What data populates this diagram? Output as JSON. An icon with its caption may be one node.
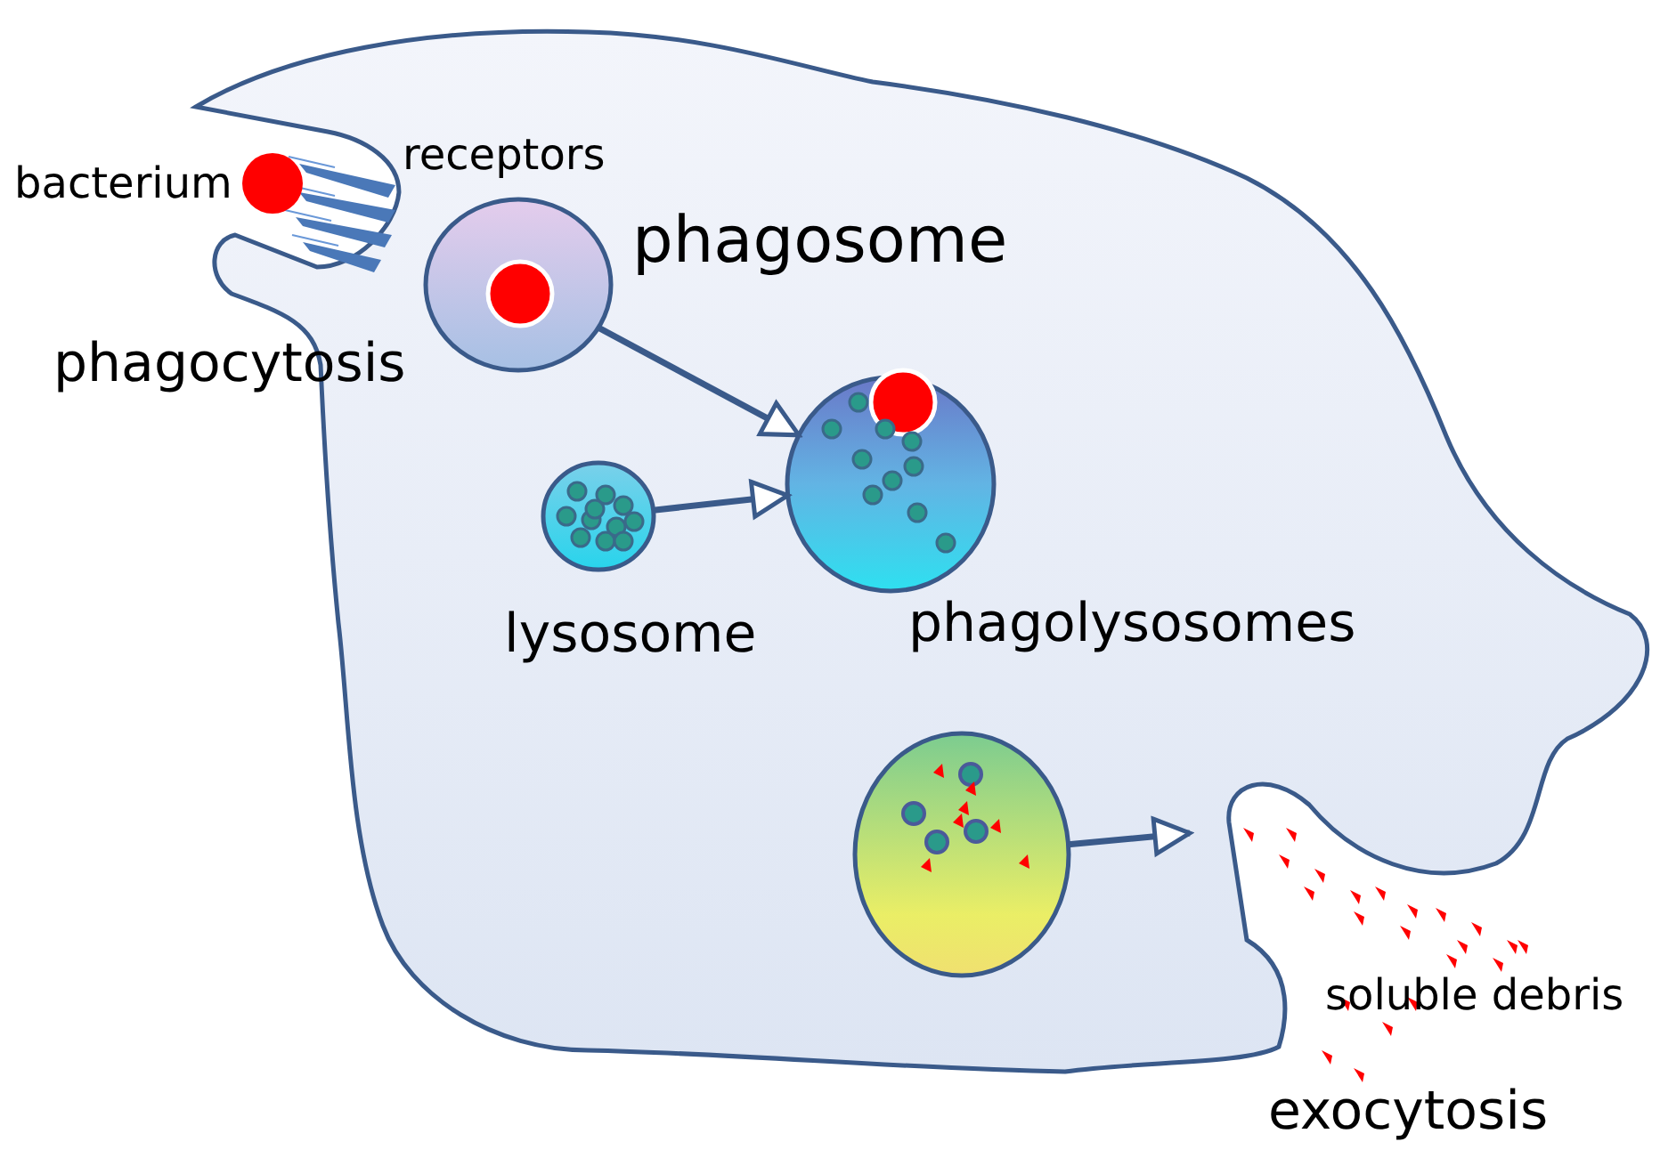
{
  "diagram": {
    "nodes": [
      {
        "text": [],
        "shape": "cell"
      },
      {
        "text": [
          "phagosome"
        ],
        "in": 0
      },
      {
        "text": [
          "lysosome"
        ],
        "in": 0
      },
      {
        "text": [
          "phagolysosomes"
        ],
        "in": 0
      },
      {
        "text": [],
        "shape": "circle",
        "in": 0
      }
    ],
    "edges": [
      {
        "from": 1,
        "to": 3,
        "arrow": "to"
      },
      {
        "from": 2,
        "to": 3,
        "arrow": "to"
      },
      {
        "from": 4,
        "to": null,
        "arrow": "to"
      }
    ],
    "labels": [
      "bacterium",
      "receptors",
      "phagocytosis",
      "soluble debris",
      "exocytosis"
    ]
  }
}
